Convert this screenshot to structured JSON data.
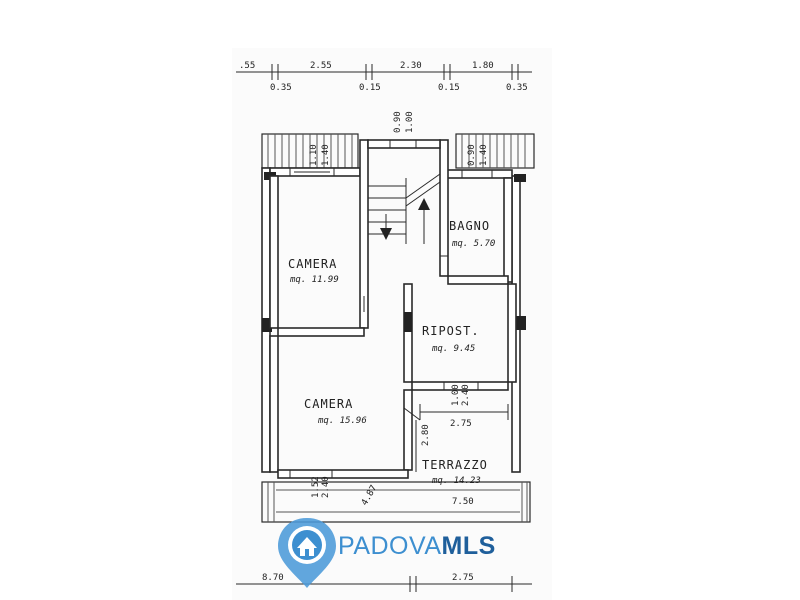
{
  "rooms": {
    "camera_top": {
      "name": "CAMERA",
      "area": "mq. 11.99"
    },
    "bagno": {
      "name": "BAGNO",
      "area": "mq. 5.70"
    },
    "ripostiglio": {
      "name": "RIPOST.",
      "area": "mq. 9.45"
    },
    "camera_bottom": {
      "name": "CAMERA",
      "area": "mq. 15.96"
    },
    "terrazzo": {
      "name": "TERRAZZO",
      "area": "mq. 14.23"
    }
  },
  "dimensions": {
    "top_row": [
      ".55",
      "2.55",
      "2.30",
      "1.80"
    ],
    "sub_row": [
      "0.35",
      "0.15",
      "0.15",
      "0.35"
    ],
    "window_stair": [
      "0.90",
      "1.00"
    ],
    "window_camera": [
      "1.10",
      "1.40"
    ],
    "window_bagno": [
      "0.90",
      "1.40"
    ],
    "door_ripost": [
      "1.00",
      "2.40"
    ],
    "terrazzo_width": "2.75",
    "terrazzo_depth": "2.80",
    "door_camera": [
      "1.52",
      "2.40"
    ],
    "balcony_length": "7.50",
    "balcony_diag": "4.87",
    "bottom_row": [
      "8.70",
      "2.75"
    ]
  },
  "logo": {
    "part1": "PADOVA",
    "part2": "MLS",
    "color1": "#3d8fd0",
    "color2": "#1f5f9b"
  }
}
